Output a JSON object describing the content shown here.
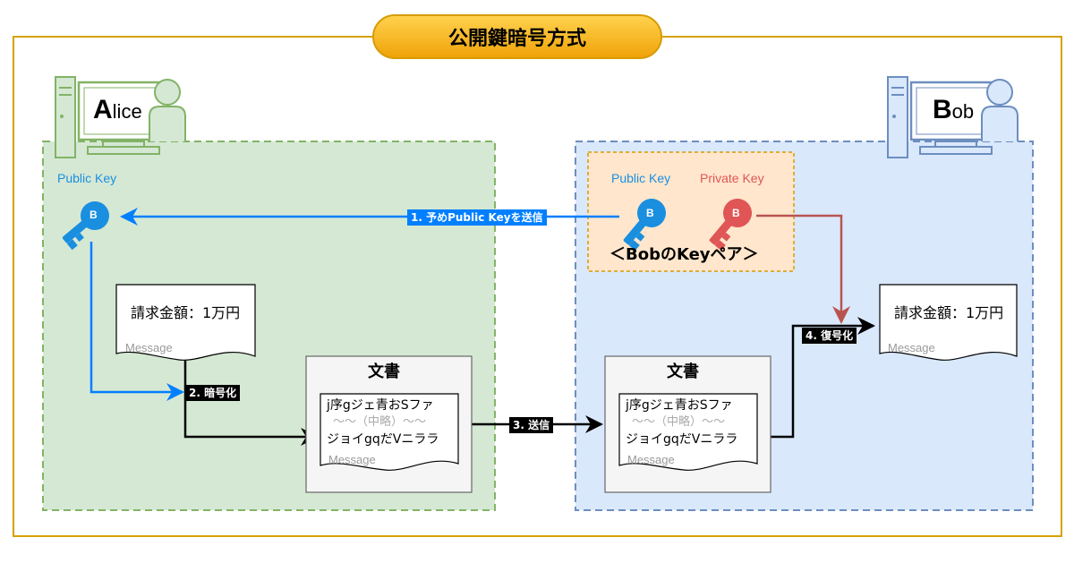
{
  "title": "公開鍵暗号方式",
  "alice": {
    "name_initial": "A",
    "name_rest": "lice",
    "key_label": "Public Key"
  },
  "bob": {
    "name_initial": "B",
    "name_rest": "ob",
    "public_key_label": "Public Key",
    "private_key_label": "Private Key",
    "keypair_caption": "＜BobのKeyペア＞"
  },
  "steps": {
    "step1": "1. 予めPublic Keyを送信",
    "step2": "2. 暗号化",
    "step3": "3. 送信",
    "step4": "4. 復号化"
  },
  "plain_message": {
    "text": "請求金額：1万円",
    "label": "Message"
  },
  "cipher_doc": {
    "heading": "文書",
    "line1": "j序gジェ青おSファ",
    "line2": "〜〜（中略）〜〜",
    "line3": "ジョイgqだVニララ",
    "label": "Message"
  },
  "key_glyph": "B",
  "colors": {
    "outer_border": "#d6a100",
    "alice_fill": "#d5e8d4",
    "alice_stroke": "#82b366",
    "bob_fill": "#dae8fc",
    "bob_stroke": "#6c8ebf",
    "keypair_fill": "#ffe6cc",
    "keypair_stroke": "#d79b00",
    "public_key": "#1a8fe0",
    "private_key": "#e05555",
    "arrow_blue": "#007fff",
    "arrow_red": "#b85450",
    "arrow_black": "#000000"
  }
}
